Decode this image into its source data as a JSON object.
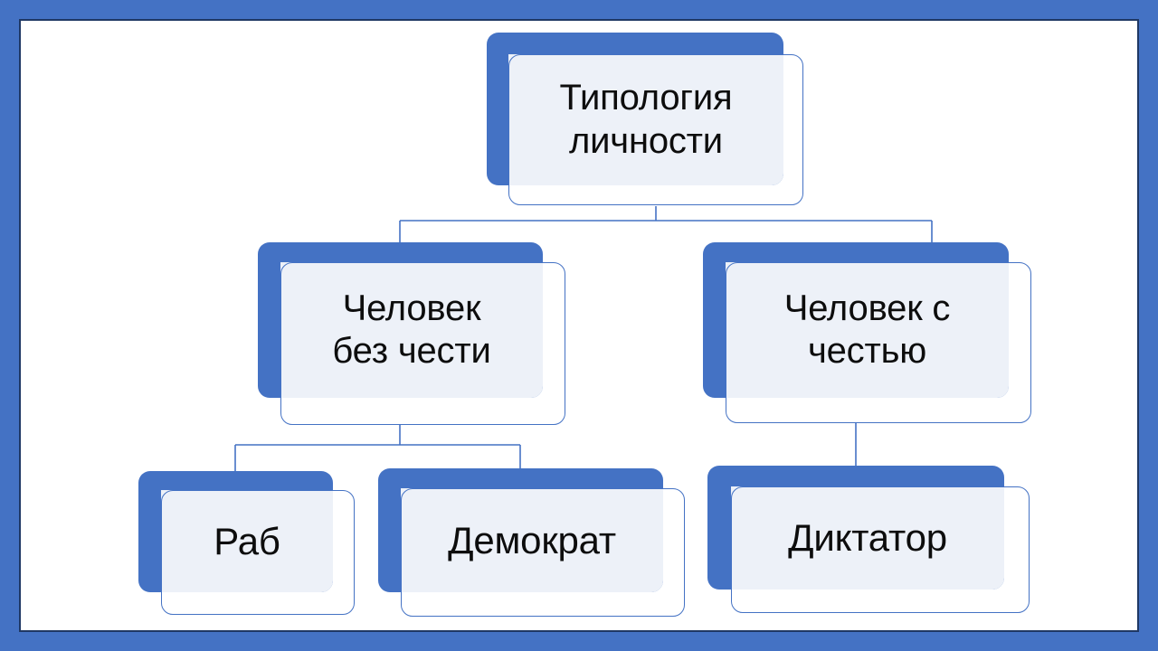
{
  "document": {
    "kind": "organization-chart",
    "title": "Типология личности",
    "language": "ru"
  },
  "theme": {
    "frame_color": "#4472C4",
    "frame_inner_line_color": "#1F3864",
    "page_background": "#FFFFFF",
    "node_back_fill": "#4472C4",
    "node_front_outline": "#4472C4",
    "node_overlap_fill": "#EDF1F8",
    "connector_color": "#4472C4",
    "text_color": "#0D0D0D"
  },
  "chart_data": {
    "type": "diagram",
    "subtype": "hierarchy-tree",
    "title": "Типология личности",
    "nodes": [
      {
        "id": "root",
        "label": "Типология личности",
        "level": 0,
        "parent": null
      },
      {
        "id": "no-honor",
        "label": "Человек без чести",
        "level": 1,
        "parent": "root"
      },
      {
        "id": "with-honor",
        "label": "Человек с честью",
        "level": 1,
        "parent": "root"
      },
      {
        "id": "slave",
        "label": "Раб",
        "level": 2,
        "parent": "no-honor"
      },
      {
        "id": "democrat",
        "label": "Демократ",
        "level": 2,
        "parent": "no-honor"
      },
      {
        "id": "dictator",
        "label": "Диктатор",
        "level": 2,
        "parent": "with-honor"
      }
    ],
    "edges": [
      {
        "from": "root",
        "to": "no-honor"
      },
      {
        "from": "root",
        "to": "with-honor"
      },
      {
        "from": "no-honor",
        "to": "slave"
      },
      {
        "from": "no-honor",
        "to": "democrat"
      },
      {
        "from": "with-honor",
        "to": "dictator"
      }
    ]
  },
  "nodes": {
    "root": {
      "line1": "Типология",
      "line2": "личности",
      "text": "Типология\nличности"
    },
    "no_honor": {
      "line1": "Человек",
      "line2": "без чести",
      "text": "Человек\nбез чести"
    },
    "with_honor": {
      "line1": "Человек с",
      "line2": "честью",
      "text": "Человек с\nчестью"
    },
    "slave": {
      "text": "Раб"
    },
    "democrat": {
      "text": "Демократ"
    },
    "dictator": {
      "text": "Диктатор"
    }
  }
}
